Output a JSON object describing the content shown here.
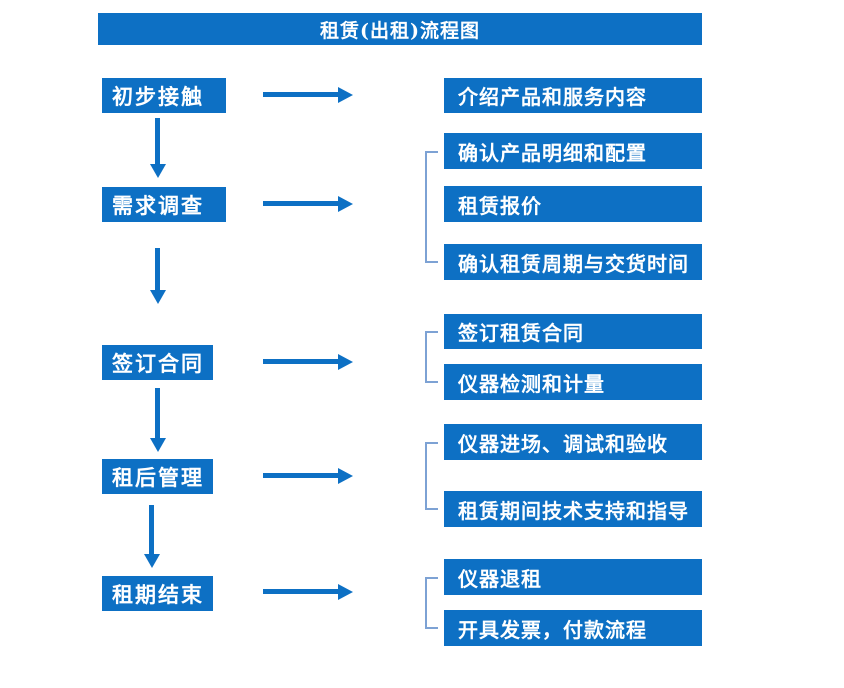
{
  "title": "租赁(出租)流程图",
  "colors": {
    "primary_blue": "#0D70C4",
    "bracket_blue": "#7DA2D4",
    "box_text": "#FFFFFF",
    "background": "#FFFFFF"
  },
  "stages": [
    {
      "label": "初步接触",
      "details": [
        "介绍产品和服务内容"
      ]
    },
    {
      "label": "需求调查",
      "details": [
        "确认产品明细和配置",
        "租赁报价",
        "确认租赁周期与交货时间"
      ]
    },
    {
      "label": "签订合同",
      "details": [
        "签订租赁合同",
        "仪器检测和计量"
      ]
    },
    {
      "label": "租后管理",
      "details": [
        "仪器进场、调试和验收",
        "租赁期间技术支持和指导"
      ]
    },
    {
      "label": "租期结束",
      "details": [
        "仪器退租",
        "开具发票，付款流程"
      ]
    }
  ]
}
